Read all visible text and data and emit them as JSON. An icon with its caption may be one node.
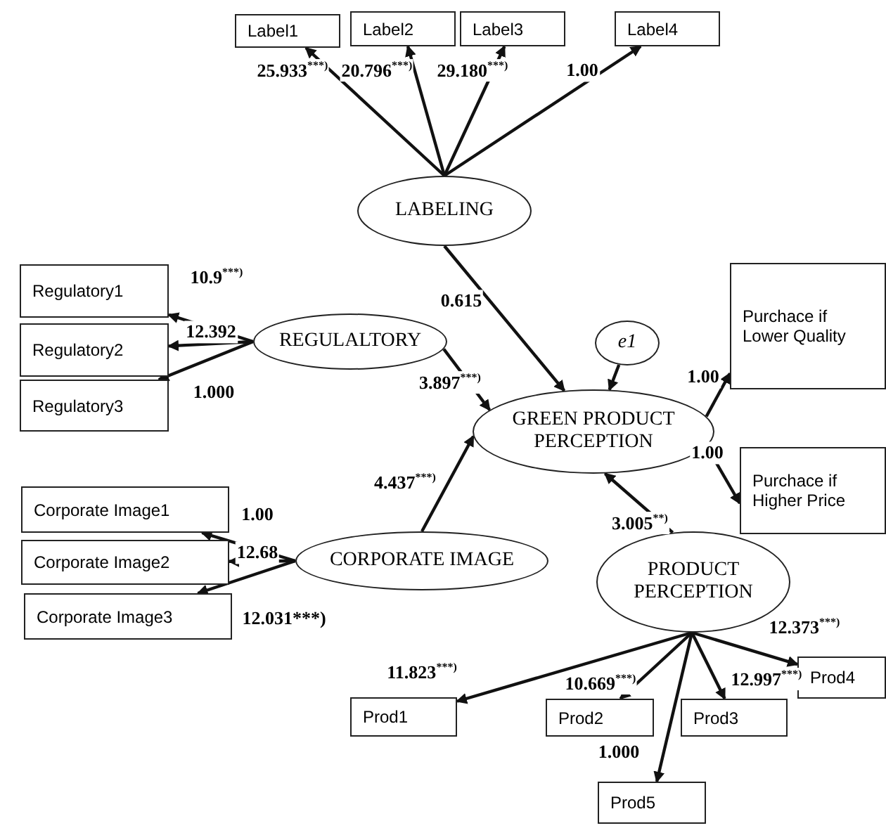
{
  "diagram": {
    "nodes": [
      {
        "text": [
          "Label1"
        ]
      },
      {
        "text": [
          "Label2"
        ]
      },
      {
        "text": [
          "Label3"
        ]
      },
      {
        "text": [
          "Label4"
        ]
      },
      {
        "text": [
          "LABELING"
        ]
      },
      {
        "text": [
          "Regulatory1"
        ]
      },
      {
        "text": [
          "Regulatory2"
        ]
      },
      {
        "text": [
          "Regulatory3"
        ]
      },
      {
        "text": [
          "REGULALTORY"
        ]
      },
      {
        "text": [
          "e1"
        ]
      },
      {
        "text": [
          "GREEN PRODUCT PERCEPTION"
        ]
      },
      {
        "text": [
          "Purchace if Lower Quality"
        ]
      },
      {
        "text": [
          "Purchace if Higher Price"
        ]
      },
      {
        "text": [
          "Corporate Image1"
        ]
      },
      {
        "text": [
          "Corporate Image2"
        ]
      },
      {
        "text": [
          "Corporate Image3"
        ]
      },
      {
        "text": [
          "CORPORATE IMAGE"
        ]
      },
      {
        "text": [
          "PRODUCT PERCEPTION"
        ]
      },
      {
        "text": [
          "Prod1"
        ]
      },
      {
        "text": [
          "Prod2"
        ]
      },
      {
        "text": [
          "Prod3"
        ]
      },
      {
        "text": [
          "Prod4"
        ]
      },
      {
        "text": [
          "Prod5"
        ]
      }
    ],
    "edges": [
      {
        "from": 4,
        "to": 0,
        "arrow": "to",
        "label": "25.933$^{***)}$"
      },
      {
        "from": 4,
        "to": 1,
        "arrow": "to",
        "label": "20.796$^{***)}$"
      },
      {
        "from": 4,
        "to": 2,
        "arrow": "to",
        "label": "29.180$^{***)}$"
      },
      {
        "from": 4,
        "to": 3,
        "arrow": "to",
        "label": "1.00"
      },
      {
        "from": 4,
        "to": 10,
        "arrow": "to",
        "label": "0.615"
      },
      {
        "from": 8,
        "to": 5,
        "arrow": "to",
        "label": "10.9$^{***)}$"
      },
      {
        "from": 8,
        "to": 6,
        "arrow": "to",
        "label": "12.392"
      },
      {
        "from": 8,
        "to": 7,
        "arrow": "to",
        "label": "1.000"
      },
      {
        "from": 8,
        "to": 10,
        "arrow": "to",
        "label": "3.897$^{***)}$"
      },
      {
        "from": 9,
        "to": 10,
        "arrow": "to"
      },
      {
        "from": 10,
        "to": 11,
        "arrow": "to",
        "label": "1.00"
      },
      {
        "from": 10,
        "to": 12,
        "arrow": "to",
        "label": "1.00"
      },
      {
        "from": 17,
        "to": 10,
        "arrow": "to",
        "label": "3.005$^{**)}$"
      },
      {
        "from": 16,
        "to": 13,
        "arrow": "to",
        "label": "1.00"
      },
      {
        "from": 16,
        "to": 14,
        "arrow": "to",
        "label": "12.68"
      },
      {
        "from": 16,
        "to": 15,
        "arrow": "to",
        "label": "12.031***)"
      },
      {
        "from": 16,
        "to": 10,
        "arrow": "to",
        "label": "4.437$^{***)}$"
      },
      {
        "from": 17,
        "to": 18,
        "arrow": "to",
        "label": "11.823$^{***)}$"
      },
      {
        "from": 17,
        "to": 19,
        "arrow": "to",
        "label": "10.669$^{***)}$"
      },
      {
        "from": 17,
        "to": 20,
        "arrow": "to",
        "label": "12.997$^{***)}$"
      },
      {
        "from": 17,
        "to": 21,
        "arrow": "to",
        "label": "12.373$^{***)}$"
      },
      {
        "from": 17,
        "to": 22,
        "arrow": "to",
        "label": "1.000"
      }
    ]
  }
}
